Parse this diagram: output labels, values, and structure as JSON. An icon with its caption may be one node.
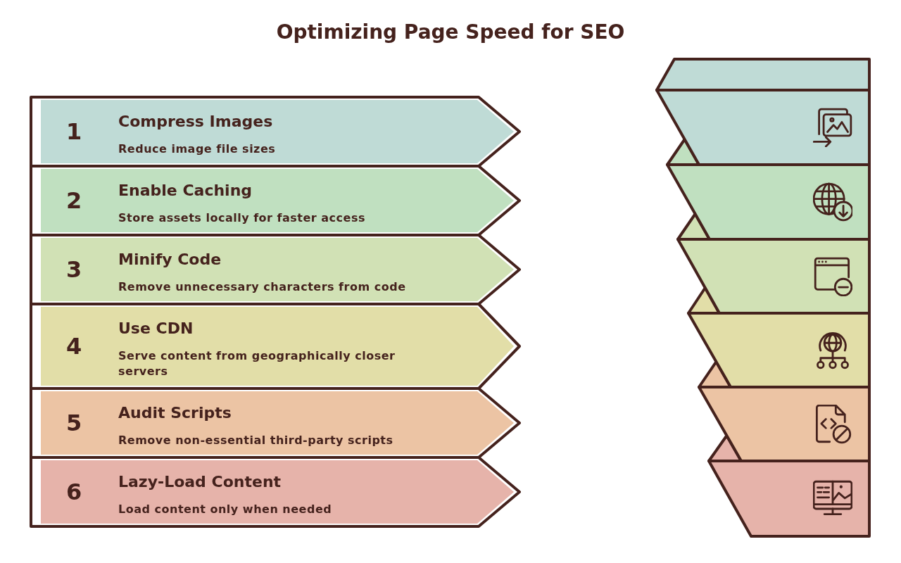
{
  "diagram": {
    "title": "Optimizing Page Speed for SEO",
    "nodes": [
      {
        "text": [
          "1",
          "Compress Images",
          "Reduce image file sizes"
        ]
      },
      {
        "text": [
          "2",
          "Enable Caching",
          "Store assets locally for faster access"
        ]
      },
      {
        "text": [
          "3",
          "Minify Code",
          "Remove unnecessary characters from code"
        ]
      },
      {
        "text": [
          "4",
          "Use CDN",
          "Serve content from geographically closer servers"
        ]
      },
      {
        "text": [
          "5",
          "Audit Scripts",
          "Remove non-essential third-party scripts"
        ]
      },
      {
        "text": [
          "6",
          "Lazy-Load Content",
          "Load content only when needed"
        ]
      }
    ]
  }
}
